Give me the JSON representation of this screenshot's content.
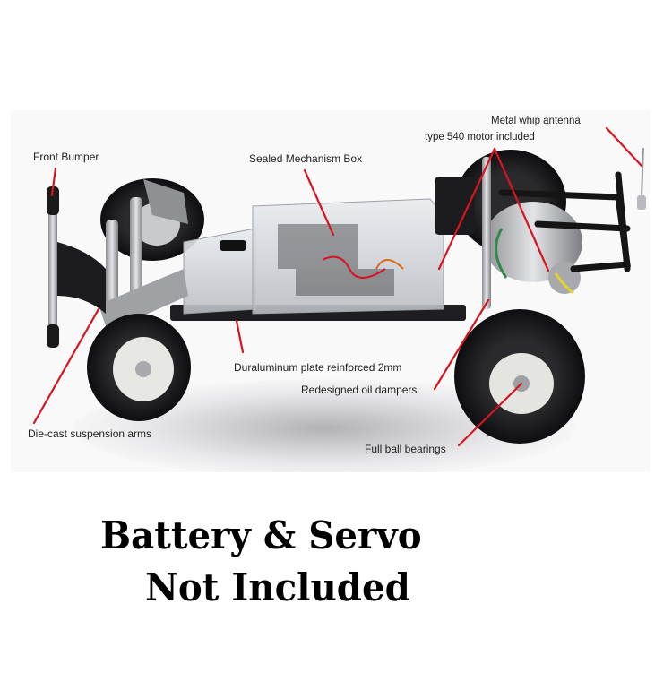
{
  "product_image": {
    "subject": "RC buggy chassis kit",
    "background_color": "#f9f9fa",
    "callout_line_color": "#d7141f"
  },
  "callouts": [
    {
      "id": "front-bumper",
      "label": "Front Bumper"
    },
    {
      "id": "sealed-mechanism-box",
      "label": "Sealed Mechanism Box"
    },
    {
      "id": "metal-whip-antenna",
      "label": "Metal whip antenna"
    },
    {
      "id": "type-540-motor",
      "label": "type 540 motor included"
    },
    {
      "id": "duraluminum-plate",
      "label": "Duraluminum plate reinforced 2mm"
    },
    {
      "id": "redesigned-oil-dampers",
      "label": "Redesigned oil dampers"
    },
    {
      "id": "die-cast-suspension-arms",
      "label": "Die-cast suspension arms"
    },
    {
      "id": "full-ball-bearings",
      "label": "Full ball bearings"
    }
  ],
  "notice": {
    "line1": "Battery & Servo",
    "line2": "Not Included",
    "color": "#000000"
  }
}
